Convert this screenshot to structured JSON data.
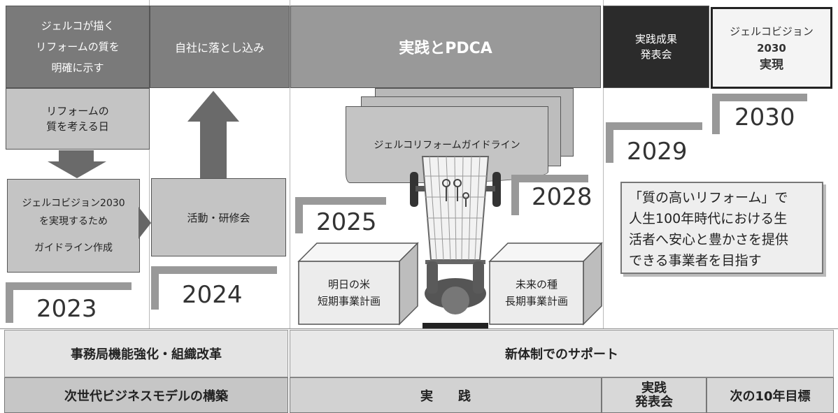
{
  "headers": {
    "h1": [
      "ジェルコが描く",
      "リフォームの質を",
      "明確に示す"
    ],
    "h2": "自社に落とし込み",
    "h3": "実践とPDCA",
    "h4": [
      "実践成果",
      "発表会"
    ],
    "h5": [
      "ジェルコビジョン",
      "2030",
      "実現"
    ]
  },
  "boxes": {
    "day": [
      "リフォームの",
      "質を考える日"
    ],
    "guideline": [
      "ジェルコビジョン2030",
      "を実現するため",
      "ガイドライン作成"
    ],
    "activity": "活動・研修会",
    "reform_guideline": "ジェルコリフォームガイドライン",
    "short_term": [
      "明日の米",
      "短期事業計画"
    ],
    "long_term": [
      "未来の種",
      "長期事業計画"
    ],
    "goal": [
      "「質の高いリフォーム」で",
      "人生100年時代における生",
      "活者へ安心と豊かさを提供",
      "できる事業者を目指す"
    ]
  },
  "years": {
    "y2023": "2023",
    "y2024": "2024",
    "y2025": "2025",
    "y2028": "2028",
    "y2029": "2029",
    "y2030": "2030"
  },
  "bands": {
    "row1_left": "事務局機能強化・組織改革",
    "row1_right": "新体制でのサポート",
    "row2_col1": "次世代ビジネスモデルの構築",
    "row2_col2": "実　　践",
    "row2_col3": [
      "実践",
      "発表会"
    ],
    "row2_col4": "次の10年目標"
  },
  "colors": {
    "header_dark": "#7a7a7a",
    "header_mid": "#999999",
    "header_black": "#2b2b2b",
    "box_gray": "#c4c4c4",
    "band_light": "#e6e6e6"
  }
}
